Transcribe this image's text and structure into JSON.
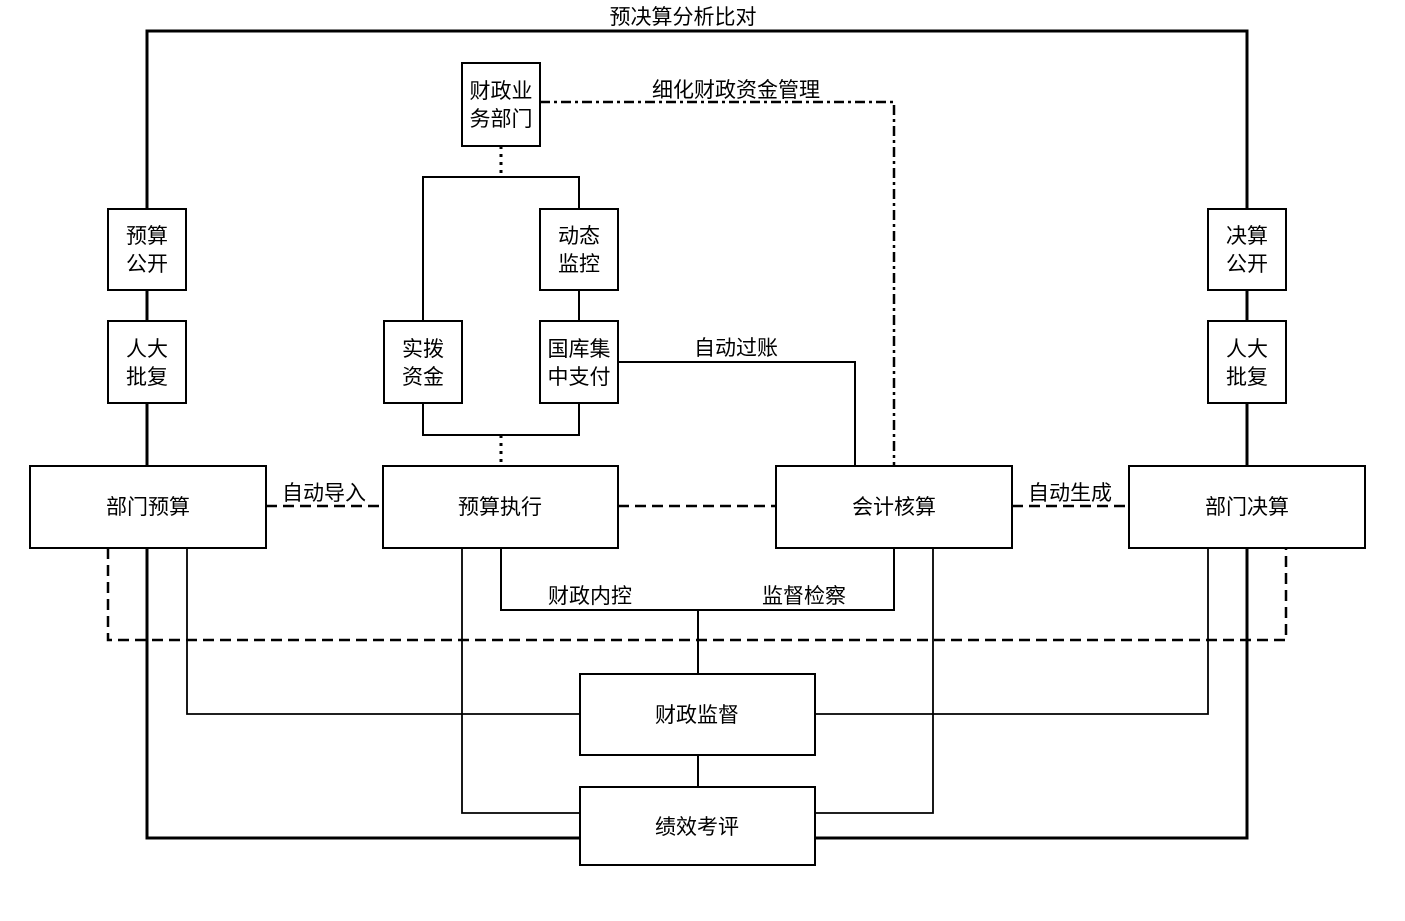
{
  "title": "预决算分析比对",
  "nodes": {
    "fiscal_dept": [
      "财政业",
      "务部门"
    ],
    "budget_public": [
      "预算",
      "公开"
    ],
    "npc_approval_left": [
      "人大",
      "批复"
    ],
    "dynamic_monitor": [
      "动态",
      "监控"
    ],
    "actual_funds": [
      "实拨",
      "资金"
    ],
    "treasury_pay": [
      "国库集",
      "中支付"
    ],
    "final_public": [
      "决算",
      "公开"
    ],
    "npc_approval_right": [
      "人大",
      "批复"
    ],
    "dept_budget": "部门预算",
    "budget_exec": "预算执行",
    "accounting": "会计核算",
    "dept_final": "部门决算",
    "fiscal_supervision": "财政监督",
    "performance_eval": "绩效考评"
  },
  "edges": {
    "refine_fund_mgmt": "细化财政资金管理",
    "auto_posting": "自动过账",
    "auto_import": "自动导入",
    "auto_generate": "自动生成",
    "internal_control": "财政内控",
    "supervision_inspection": "监督检察"
  }
}
